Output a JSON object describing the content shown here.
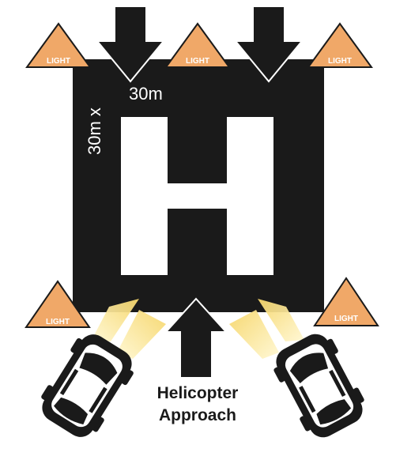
{
  "pad": {
    "dimension_line1": "30m x",
    "dimension_line2": "30m",
    "dimension_vertical": "30m x",
    "letter": "H"
  },
  "lights": [
    {
      "label": "LIGHT"
    },
    {
      "label": "LIGHT"
    },
    {
      "label": "LIGHT"
    },
    {
      "label": "LIGHT"
    },
    {
      "label": "LIGHT"
    }
  ],
  "approach": {
    "line1": "Helicopter",
    "line2": "Approach"
  },
  "colors": {
    "pad": "#1a1a1a",
    "light_fill": "#f0a868",
    "light_stroke": "#1a1a1a",
    "beam": "#fce9a0",
    "letter": "#ffffff",
    "vehicle": "#1a1a1a"
  }
}
